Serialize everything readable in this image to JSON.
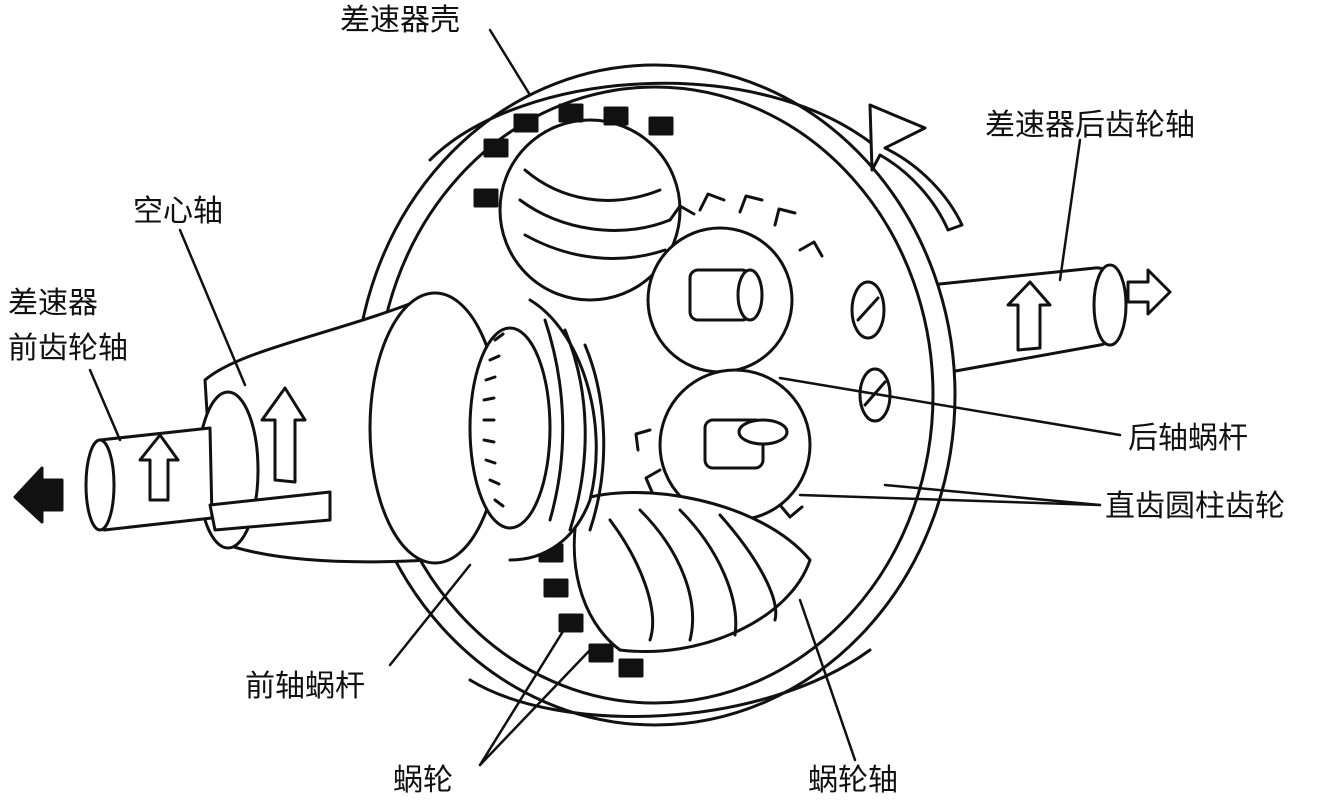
{
  "labels": {
    "housing": "差速器壳",
    "rear_shaft": "差速器后齿轮轴",
    "hollow_shaft": "空心轴",
    "front_shaft_line1": "差速器",
    "front_shaft_line2": "前齿轮轴",
    "rear_worm": "后轴蜗杆",
    "spur_gear": "直齿圆柱齿轮",
    "front_worm": "前轴蜗杆",
    "worm_wheel": "蜗轮",
    "worm_wheel_shaft": "蜗轮轴"
  },
  "colors": {
    "ink": "#111111",
    "paper": "#ffffff"
  }
}
